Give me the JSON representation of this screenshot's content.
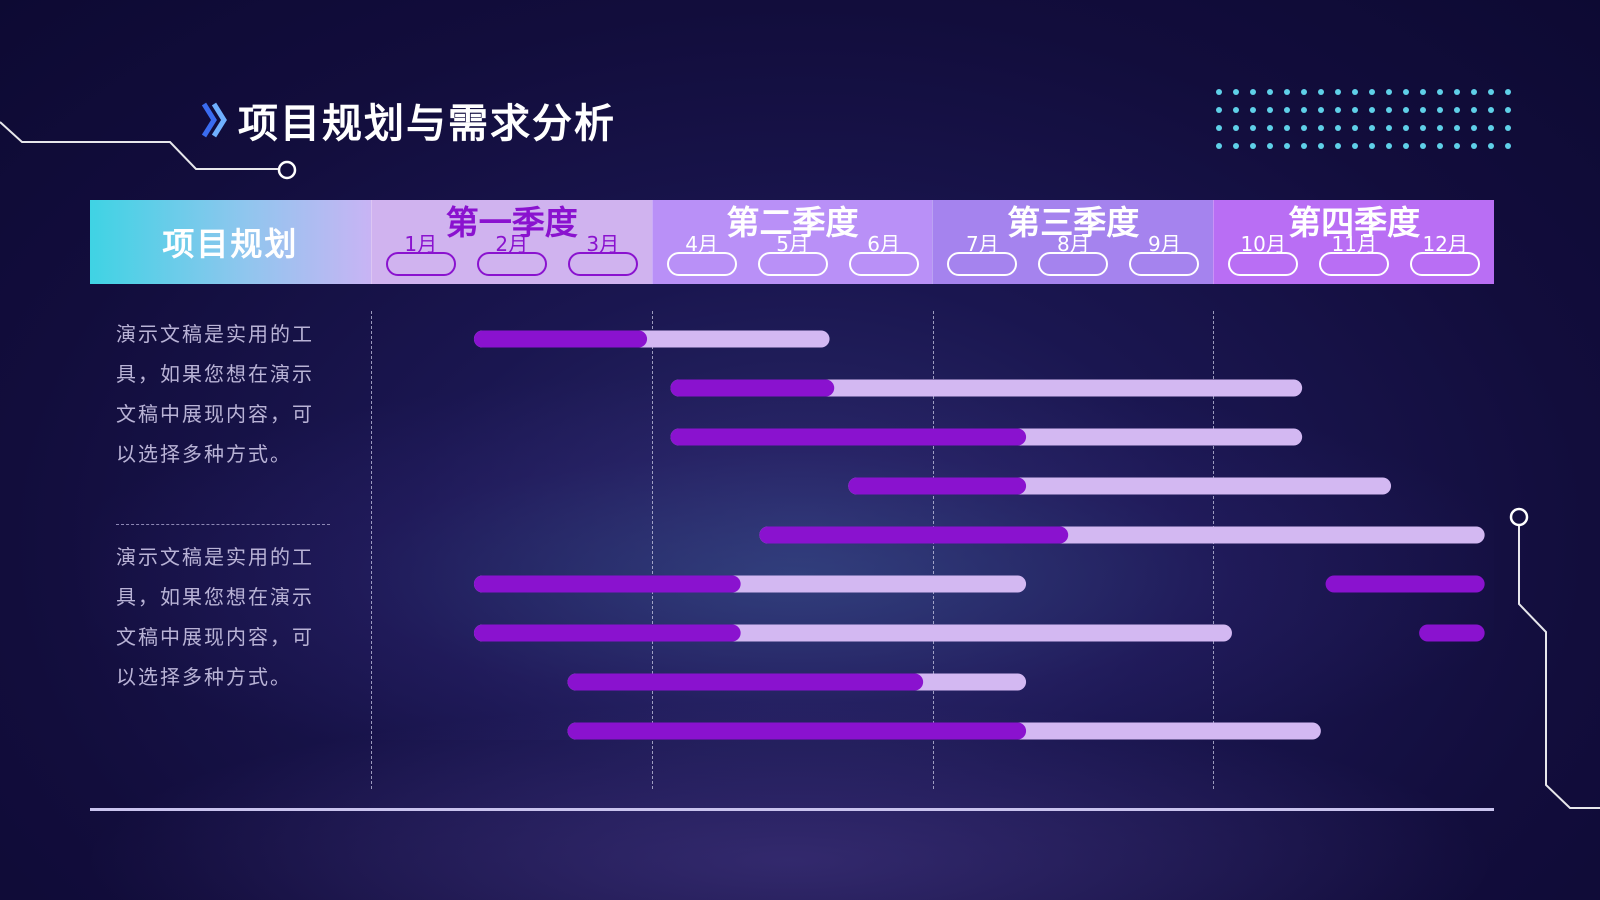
{
  "page_title": "项目规划与需求分析",
  "icons": {
    "title_marker": "double-chevron-icon"
  },
  "colors": {
    "bar_done": "#8a12cf",
    "bar_track": "#d3b8f2",
    "accent_cyan": "#3fd3e4",
    "dots": "#5fd0e8"
  },
  "description": {
    "block_1": "演示文稿是实用的工具，如果您想在演示文稿中展现内容，可以选择多种方式。",
    "block_2": "演示文稿是实用的工具，如果您想在演示文稿中展现内容，可以选择多种方式。"
  },
  "chart_data": {
    "type": "gantt",
    "title": "",
    "header_label": "项目规划",
    "quarters": [
      {
        "label": "第一季度",
        "months": [
          "1月",
          "2月",
          "3月"
        ]
      },
      {
        "label": "第二季度",
        "months": [
          "4月",
          "5月",
          "6月"
        ]
      },
      {
        "label": "第三季度",
        "months": [
          "7月",
          "8月",
          "9月"
        ]
      },
      {
        "label": "第四季度",
        "months": [
          "10月",
          "11月",
          "12月"
        ]
      }
    ],
    "x_unit": "month",
    "xlim": [
      0,
      12
    ],
    "rows": [
      {
        "start": 1.1,
        "end": 4.9,
        "progress_end": 2.95
      },
      {
        "start": 3.2,
        "end": 9.95,
        "progress_end": 4.95
      },
      {
        "start": 3.2,
        "end": 9.95,
        "progress_end": 7.0
      },
      {
        "start": 5.1,
        "end": 10.9,
        "progress_end": 7.0
      },
      {
        "start": 4.15,
        "end": 11.9,
        "progress_end": 7.45
      },
      {
        "start": 1.1,
        "end": 7.0,
        "progress_end": 3.95,
        "extra": {
          "start": 10.2,
          "end": 11.9
        }
      },
      {
        "start": 1.1,
        "end": 9.2,
        "progress_end": 3.95,
        "extra": {
          "start": 11.2,
          "end": 11.9
        }
      },
      {
        "start": 2.1,
        "end": 7.0,
        "progress_end": 5.9
      },
      {
        "start": 2.1,
        "end": 10.15,
        "progress_end": 7.0
      }
    ]
  }
}
